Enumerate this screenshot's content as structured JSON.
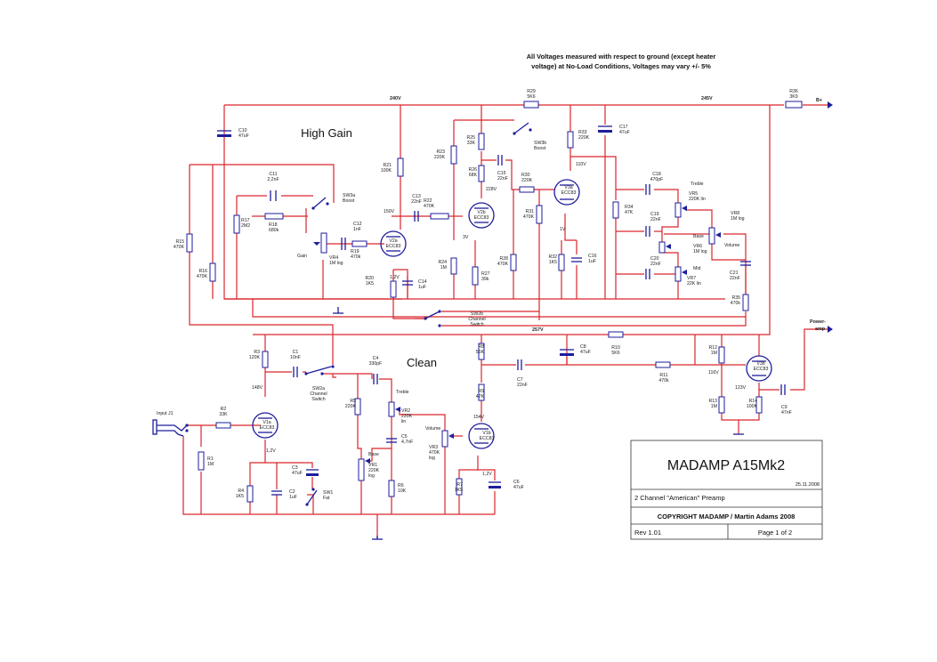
{
  "note": {
    "line1": "All Voltages measured with respect to ground  (except heater",
    "line2": "voltage) at No-Load Conditions, Voltages may vary +/- 5%"
  },
  "sections": {
    "high_gain": "High Gain",
    "clean": "Clean"
  },
  "title_block": {
    "title": "MADAMP A15Mk2",
    "date": "25.11.2008",
    "subtitle": "2 Channel \"American\" Preamp",
    "copyright": "COPYRIGHT MADAMP / Martin Adams 2008",
    "rev": "Rev 1.01",
    "page": "Page 1 of 2"
  },
  "rails": {
    "v240": "240V",
    "v245": "245V",
    "v257": "257V",
    "bplus": "B+",
    "power_amp": "Power-\namp"
  },
  "resistors": [
    {
      "id": "R29",
      "val": "5K6"
    },
    {
      "id": "R36",
      "val": "3K9"
    },
    {
      "id": "R21",
      "val": "100K"
    },
    {
      "id": "R23",
      "val": "220K"
    },
    {
      "id": "R25",
      "val": "33K"
    },
    {
      "id": "R26",
      "val": "68K"
    },
    {
      "id": "R22",
      "val": "470K"
    },
    {
      "id": "R24",
      "val": "1M"
    },
    {
      "id": "R27",
      "val": "39k"
    },
    {
      "id": "R28",
      "val": "470K"
    },
    {
      "id": "R30",
      "val": "220K"
    },
    {
      "id": "R31",
      "val": "470K"
    },
    {
      "id": "R32",
      "val": "1K5"
    },
    {
      "id": "R33",
      "val": "220K"
    },
    {
      "id": "R34",
      "val": "47K"
    },
    {
      "id": "R35",
      "val": "470k"
    },
    {
      "id": "R15",
      "val": "470K"
    },
    {
      "id": "R16",
      "val": "470K"
    },
    {
      "id": "R17",
      "val": "2M2"
    },
    {
      "id": "R18",
      "val": "680k"
    },
    {
      "id": "R19",
      "val": "470k"
    },
    {
      "id": "R20",
      "val": "1K5"
    },
    {
      "id": "R1",
      "val": "1M"
    },
    {
      "id": "R2",
      "val": "33K"
    },
    {
      "id": "R3",
      "val": "120K"
    },
    {
      "id": "R4",
      "val": "1K5"
    },
    {
      "id": "R5",
      "val": "220K"
    },
    {
      "id": "R6",
      "val": "10K"
    },
    {
      "id": "R7",
      "val": "1K5"
    },
    {
      "id": "R8",
      "val": "56K"
    },
    {
      "id": "R9",
      "val": "47K"
    },
    {
      "id": "R10",
      "val": "5K6"
    },
    {
      "id": "R11",
      "val": "470k"
    },
    {
      "id": "R12",
      "val": "1M"
    },
    {
      "id": "R13",
      "val": "1M"
    },
    {
      "id": "R14",
      "val": "100K"
    }
  ],
  "capacitors": [
    {
      "id": "C10",
      "val": "47uF"
    },
    {
      "id": "C11",
      "val": "2,2nF"
    },
    {
      "id": "C12",
      "val": "1nF"
    },
    {
      "id": "C13",
      "val": "22nF"
    },
    {
      "id": "C14",
      "val": "1uF"
    },
    {
      "id": "C15",
      "val": "22nF"
    },
    {
      "id": "C16",
      "val": "1uF"
    },
    {
      "id": "C17",
      "val": "47uF"
    },
    {
      "id": "C18",
      "val": "470pF"
    },
    {
      "id": "C19",
      "val": "22nF"
    },
    {
      "id": "C20",
      "val": "22nF"
    },
    {
      "id": "C21",
      "val": "22nF"
    },
    {
      "id": "C1",
      "val": "10nF"
    },
    {
      "id": "C2",
      "val": "1uF"
    },
    {
      "id": "C3",
      "val": "47uF"
    },
    {
      "id": "C4",
      "val": "330pF"
    },
    {
      "id": "C5",
      "val": "4,7nF"
    },
    {
      "id": "C6",
      "val": "47uF"
    },
    {
      "id": "C7",
      "val": "22nF"
    },
    {
      "id": "C8",
      "val": "47uF"
    },
    {
      "id": "C9",
      "val": "47nF"
    }
  ],
  "pots": [
    {
      "id": "VR4",
      "val": "1M log",
      "name": "Gain"
    },
    {
      "id": "VR5",
      "val": "220K lin",
      "name": "Treble"
    },
    {
      "id": "VR6",
      "val": "1M log",
      "name": "Base"
    },
    {
      "id": "VR7",
      "val": "22K lin",
      "name": "Mid"
    },
    {
      "id": "VR8",
      "val": "1M log",
      "name": "Volume"
    },
    {
      "id": "VR1",
      "val": "220K\nlog",
      "name": "Base"
    },
    {
      "id": "VR2",
      "val": "220K\nlin",
      "name": "Treble"
    },
    {
      "id": "VR3",
      "val": "470K\nlog",
      "name": "Volume"
    }
  ],
  "tubes": [
    {
      "id": "V2a",
      "type": "ECC83"
    },
    {
      "id": "V2b",
      "type": "ECC83"
    },
    {
      "id": "V3a",
      "type": "ECC83"
    },
    {
      "id": "V1a",
      "type": "ECC83"
    },
    {
      "id": "V1b",
      "type": "ECC83"
    },
    {
      "id": "V3b",
      "type": "ECC83"
    }
  ],
  "switches": [
    {
      "id": "SW3a",
      "name": "Boost"
    },
    {
      "id": "SW3b",
      "name": "Boost"
    },
    {
      "id": "SW2b",
      "name": "Channel\nSwitch"
    },
    {
      "id": "SW2a",
      "name": "Channel\nSwitch"
    },
    {
      "id": "SW1",
      "name": "Fat"
    }
  ],
  "voltages": [
    "150V",
    "1,2V",
    "228V",
    "3V",
    "110V",
    "1V",
    "148V",
    "1,2V",
    "154V",
    "1,2V",
    "116V",
    "123V"
  ],
  "input": {
    "label": "Input  J1"
  },
  "colors": {
    "wire": "#d9262c",
    "component": "#1d1d9c"
  }
}
